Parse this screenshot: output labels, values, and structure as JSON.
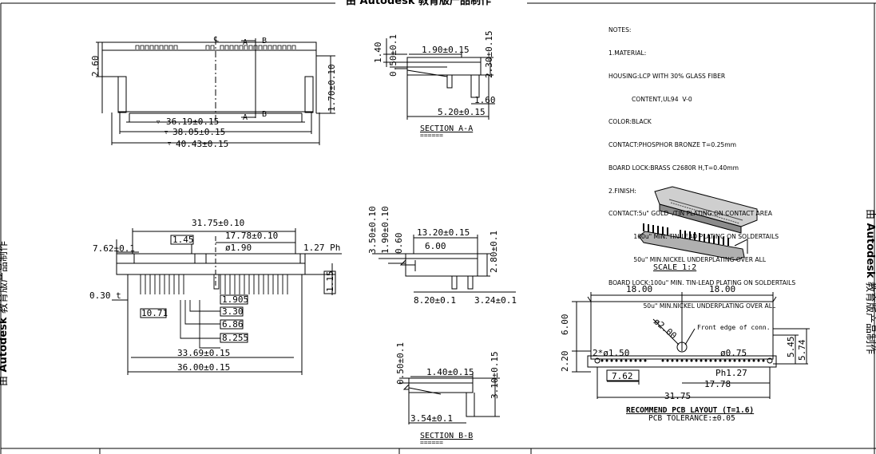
{
  "watermark": {
    "top": "由 Autodesk 教育版产品制作",
    "side_prefix": "由",
    "side_brand": "Autodesk",
    "side_suffix": "教育版产品制作"
  },
  "notes": [
    "NOTES:",
    "1.MATERIAL:",
    "HOUSING:LCP WITH 30% GLASS FIBER",
    "            CONTENT,UL94  V-0",
    "COLOR:BLACK",
    "CONTACT:PHOSPHOR BRONZE T=0.25mm",
    "BOARD LOCK:BRASS C2680R H,T=0.40mm",
    "2.FINISH:",
    "CONTACT:5u\" GOLD  /TIN PLATING ON CONTACT AREA",
    "             100u\" MIN. TIN-LEAD PLATING ON SOLDERTAILS",
    "             50u\" MIN.NICKEL UNDERPLATING OVER ALL",
    "BOARD LOCK:100u\" MIN. TIN-LEAD PLATING ON SOLDERTAILS",
    "                  50u\" MIN.NICKEL UNDERPLATING OVER ALL"
  ],
  "top_view": {
    "height": "2.60",
    "right_height": "1.70±0.10",
    "w1": "36.19±0.15",
    "w2": "38.05±0.15",
    "w3": "40.43±0.15",
    "sec_a": "A",
    "sec_b": "B",
    "cl": "℄"
  },
  "section_aa": {
    "d1": "1.40",
    "d2": "0.50±0.1",
    "d3": "1.90±0.15",
    "d4": "2.30±0.15",
    "d5": "1.60",
    "d6": "5.20±0.15",
    "title": "SECTION  A-A"
  },
  "front_view": {
    "d1": "31.75±0.10",
    "d2": "17.78±0.10",
    "d3": "7.62±0.1",
    "d4": "1.45",
    "d5": "ø1.90",
    "d6": "1.27 Ph",
    "d7": "1.15",
    "d8": "0.30 t",
    "d9": "10.71",
    "d10": "1.905",
    "d11": "3.30",
    "d12": "6.86",
    "d13": "8.255",
    "d14": "33.69±0.15",
    "d15": "36.00±0.15"
  },
  "side_view": {
    "d1": "3.50±0.10",
    "d2": "1.90±0.10",
    "d3": "0.60",
    "d4": "13.20±0.15",
    "d5": "6.00",
    "d6": "2.80±0.1",
    "d7": "8.20±0.1",
    "d8": "3.24±0.1"
  },
  "section_bb": {
    "d1": "0.50±0.1",
    "d2": "1.40±0.15",
    "d3": "3.10±0.15",
    "d4": "3.54±0.1",
    "title": "SECTION  B-B"
  },
  "scale": "SCALE  1:2",
  "pcb": {
    "d1": "18.00",
    "d2": "18.00",
    "d3": "6.00",
    "d4": "ø2.00",
    "note": "Front edge of conn.",
    "d5": "2.20",
    "d6": "2*ø1.50",
    "d7": "ø0.75",
    "d8": "5.45",
    "d9": "5.74",
    "d10": "Ph1.27",
    "d11": "7.62",
    "d12": "17.78",
    "d13": "31.75",
    "title": "RECOMMEND  PCB  LAYOUT  (T=1.6)",
    "tol": "PCB  TOLERANCE:±0.05"
  }
}
